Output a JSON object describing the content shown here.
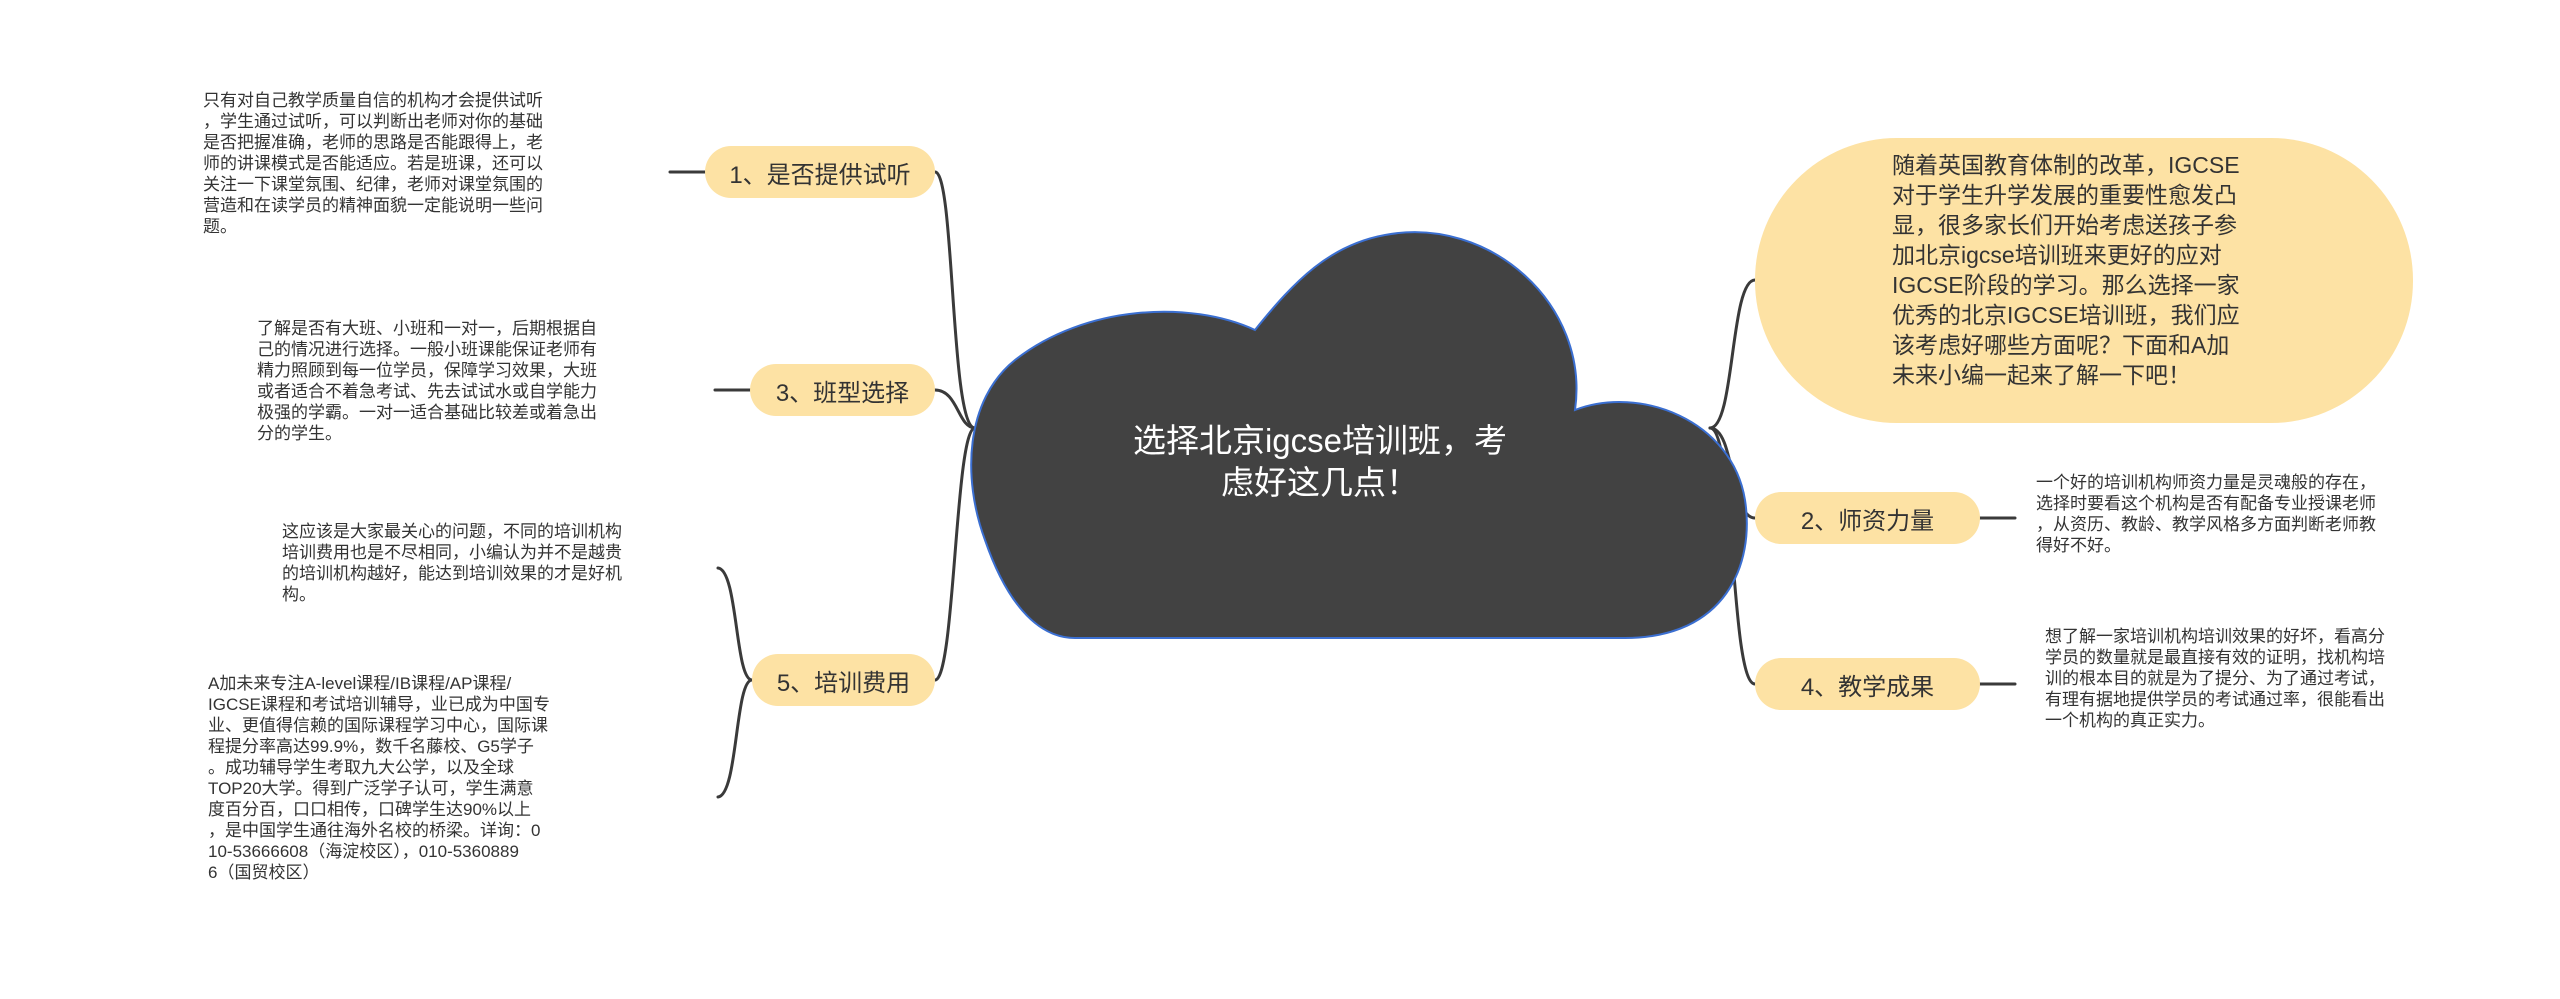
{
  "mindmap": {
    "center": {
      "title": "选择北京igcse培训班，考虑好这几点！",
      "line1": "选择北京igcse培训班，考",
      "line2": "虑好这几点！"
    },
    "intro": {
      "lines": [
        "随着英国教育体制的改革，IGCSE",
        "对于学生升学发展的重要性愈发凸",
        "显，很多家长们开始考虑送孩子参",
        "加北京igcse培训班来更好的应对",
        "IGCSE阶段的学习。那么选择一家",
        "优秀的北京IGCSE培训班，我们应",
        "该考虑好哪些方面呢？下面和A加",
        "未来小编一起来了解一下吧！"
      ]
    },
    "branches": [
      {
        "label": "1、是否提供试听",
        "notes": [
          [
            "只有对自己教学质量自信的机构才会提供试听",
            "，学生通过试听，可以判断出老师对你的基础",
            "是否把握准确，老师的思路是否能跟得上，老",
            "师的讲课模式是否能适应。若是班课，还可以",
            "关注一下课堂氛围、纪律，老师对课堂氛围的",
            "营造和在读学员的精神面貌一定能说明一些问",
            "题。"
          ]
        ]
      },
      {
        "label": "3、班型选择",
        "notes": [
          [
            "了解是否有大班、小班和一对一，后期根据自",
            "己的情况进行选择。一般小班课能保证老师有",
            "精力照顾到每一位学员，保障学习效果，大班",
            "或者适合不着急考试、先去试试水或自学能力",
            "极强的学霸。一对一适合基础比较差或着急出",
            "分的学生。"
          ]
        ]
      },
      {
        "label": "5、培训费用",
        "notes": [
          [
            "这应该是大家最关心的问题，不同的培训机构",
            "培训费用也是不尽相同，小编认为并不是越贵",
            "的培训机构越好，能达到培训效果的才是好机",
            "构。"
          ],
          [
            "A加未来专注A-level课程/IB课程/AP课程/",
            "IGCSE课程和考试培训辅导，业已成为中国专",
            "业、更值得信赖的国际课程学习中心，国际课",
            "程提分率高达99.9%，数千名藤校、G5学子",
            "。成功辅导学生考取九大公学，以及全球",
            "TOP20大学。得到广泛学子认可，学生满意",
            "度百分百，口口相传，口碑学生达90%以上",
            "，是中国学生通往海外名校的桥梁。详询：0",
            "10-53666608（海淀校区），010-5360889",
            "6（国贸校区）"
          ]
        ]
      },
      {
        "label": "2、师资力量",
        "notes": [
          [
            "一个好的培训机构师资力量是灵魂般的存在，",
            "选择时要看这个机构是否有配备专业授课老师",
            "，从资历、教龄、教学风格多方面判断老师教",
            "得好不好。"
          ]
        ]
      },
      {
        "label": "4、教学成果",
        "notes": [
          [
            "想了解一家培训机构培训效果的好坏，看高分",
            "学员的数量就是最直接有效的证明，找机构培",
            "训的根本目的就是为了提分、为了通过考试，",
            "有理有据地提供学员的考试通过率，很能看出",
            "一个机构的真正实力。"
          ]
        ]
      }
    ]
  },
  "colors": {
    "cloud": "#424242",
    "cloud_border": "#3b6fd1",
    "node_fill": "#fde2a4",
    "connector": "#3a3a3a",
    "text": "#333333",
    "center_text": "#ffffff"
  }
}
